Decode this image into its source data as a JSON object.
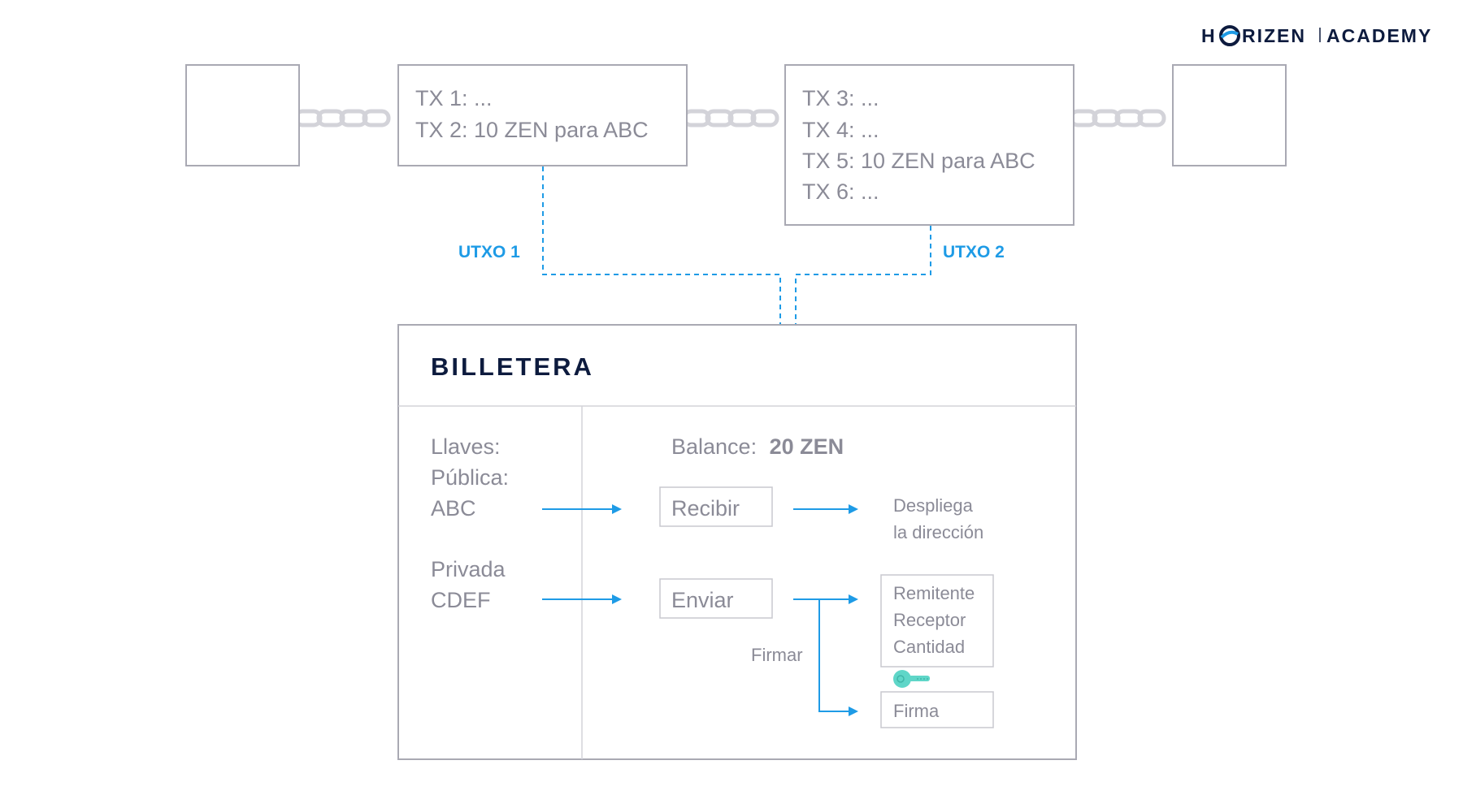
{
  "logo": {
    "left_text": "H",
    "mid_text": "RIZEN",
    "right_text": "ACADEMY",
    "mark_icon": "horizen-o-icon"
  },
  "blocks": {
    "block_2": {
      "lines": [
        "TX 1: ...",
        "TX 2: 10 ZEN para ABC"
      ]
    },
    "block_3": {
      "lines": [
        "TX 3: ...",
        "TX 4: ...",
        "TX 5: 10 ZEN para ABC",
        "TX 6: ..."
      ]
    }
  },
  "utxo_labels": [
    "UTXO 1",
    "UTXO 2"
  ],
  "wallet": {
    "title": "BILLETERA",
    "keys_lines": [
      "Llaves:",
      "Pública:",
      "ABC"
    ],
    "private_lines": [
      "Privada",
      "CDEF"
    ],
    "balance_label": "Balance:",
    "balance_value": "20 ZEN",
    "receive_button": "Recibir",
    "send_button": "Enviar",
    "display_lines": [
      "Despliega",
      "la dirección"
    ],
    "tx_fields": [
      "Remitente",
      "Receptor",
      "Cantidad"
    ],
    "sign_label": "Firmar",
    "signature": "Firma",
    "key_icon": "key-icon"
  },
  "colors": {
    "accent": "#1e9be6",
    "navy": "#0d1b3e",
    "text": "#8b8b97",
    "border": "#a9a9b3",
    "chain": "#d3d3d9",
    "key": "#5fd6c8"
  }
}
